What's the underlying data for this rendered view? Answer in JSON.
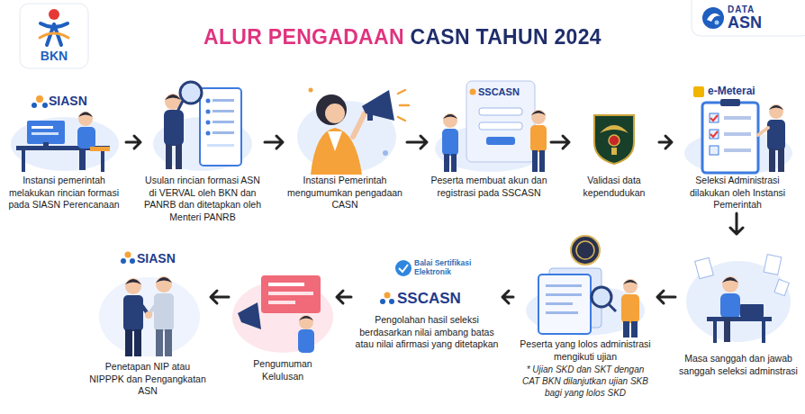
{
  "diagram": {
    "title": "ALUR PENGADAAN CASN TAHUN 2024",
    "nodes": [
      {
        "text": [
          "Instansi pemerintah melakukan rincian formasi pada SIASN Perencanaan"
        ]
      },
      {
        "text": [
          "Usulan rincian formasi ASN di VERVAL oleh BKN dan PANRB dan ditetapkan oleh Menteri PANRB"
        ]
      },
      {
        "text": [
          "Instansi Pemerintah mengumumkan pengadaan CASN"
        ]
      },
      {
        "text": [
          "Peserta membuat akun dan registrasi pada SSCASN"
        ]
      },
      {
        "text": [
          "Validasi data kependudukan"
        ]
      },
      {
        "text": [
          "Seleksi Administrasi dilakukan oleh Instansi Pemerintah"
        ]
      },
      {
        "text": [
          "Masa sanggah dan jawab sanggah seleksi adminstrasi"
        ]
      },
      {
        "text": [
          "Peserta yang lolos administrasi mengikuti ujian",
          "* Ujian SKD dan SKT dengan CAT BKN dilanjutkan ujian SKB bagi yang lolos SKD"
        ]
      },
      {
        "text": [
          "Pengolahan hasil seleksi berdasarkan nilai ambang batas atau nilai afirmasi yang ditetapkan"
        ]
      },
      {
        "text": [
          "Pengumuman Kelulusan"
        ]
      },
      {
        "text": [
          "Penetapan NIP atau NIPPPK dan Pengangkatan ASN"
        ]
      }
    ],
    "edges": [
      {
        "from": 0,
        "to": 1,
        "arrow": "to"
      },
      {
        "from": 1,
        "to": 2,
        "arrow": "to"
      },
      {
        "from": 2,
        "to": 3,
        "arrow": "to"
      },
      {
        "from": 3,
        "to": 4,
        "arrow": "to"
      },
      {
        "from": 4,
        "to": 5,
        "arrow": "to"
      },
      {
        "from": 5,
        "to": 6,
        "arrow": "to"
      },
      {
        "from": 6,
        "to": 7,
        "arrow": "to"
      },
      {
        "from": 7,
        "to": 8,
        "arrow": "to"
      },
      {
        "from": 8,
        "to": 9,
        "arrow": "to"
      },
      {
        "from": 9,
        "to": 10,
        "arrow": "to"
      }
    ],
    "labels": [
      "BKN",
      "DATA",
      "ASN",
      "SIASN",
      "SSCASN",
      "e-Meterai",
      "Balai Sertifikasi Elektronik",
      "SSCASN",
      "SIASN"
    ]
  }
}
